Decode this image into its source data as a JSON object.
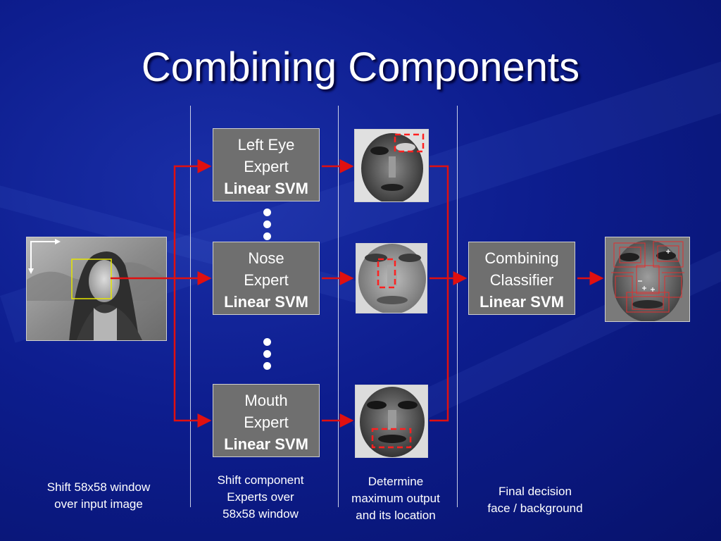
{
  "title": "Combining Components",
  "experts": [
    {
      "line1": "Left Eye",
      "line2": "Expert",
      "line3": "Linear SVM"
    },
    {
      "line1": "Nose",
      "line2": "Expert",
      "line3": "Linear SVM"
    },
    {
      "line1": "Mouth",
      "line2": "Expert",
      "line3": "Linear SVM"
    }
  ],
  "combiner": {
    "line1": "Combining",
    "line2": "Classifier",
    "line3": "Linear SVM"
  },
  "captions": {
    "input": {
      "line1": "Shift 58x58 window",
      "line2": "over input image"
    },
    "experts": {
      "line1": "Shift component",
      "line2": "Experts over",
      "line3": "58x58 window"
    },
    "maxout": {
      "line1": "Determine",
      "line2": "maximum output",
      "line3": "and its location"
    },
    "decision": {
      "line1": "Final decision",
      "line2": "face / background"
    }
  },
  "colors": {
    "background": "#0d1d8e",
    "box": "#6f6f6f",
    "arrow": "#e01010",
    "window": "#e6e600"
  }
}
